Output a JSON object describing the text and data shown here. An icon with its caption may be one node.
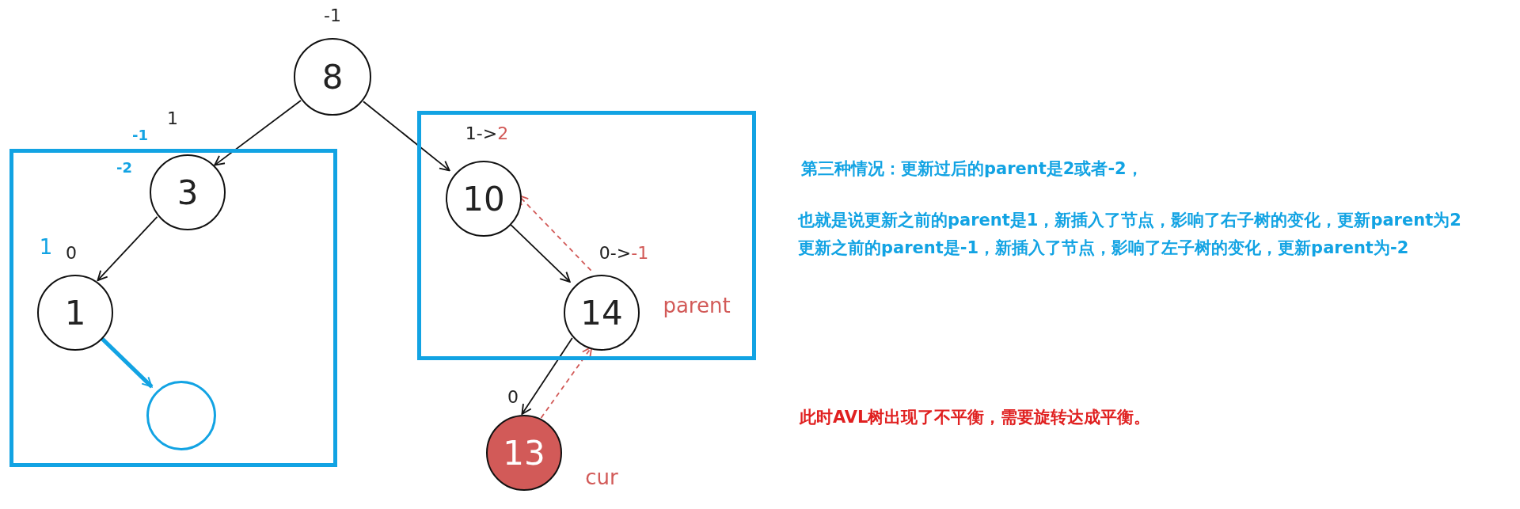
{
  "diagram": {
    "nodes": [
      {
        "text": [
          "8"
        ],
        "beside": [
          "-1"
        ]
      },
      {
        "text": [],
        "shape": "box"
      },
      {
        "text": [
          "3"
        ],
        "in": 1,
        "beside": [
          "1",
          "-1",
          "-2"
        ]
      },
      {
        "text": [
          "1"
        ],
        "in": 1,
        "beside": [
          "1",
          "0"
        ]
      },
      {
        "text": [],
        "shape": "circle",
        "in": 1
      },
      {
        "text": [],
        "shape": "box"
      },
      {
        "text": [
          "10"
        ],
        "in": 5,
        "beside": [
          "1->2"
        ]
      },
      {
        "text": [
          "14"
        ],
        "in": 5,
        "beside": [
          "0->-1",
          "parent"
        ]
      },
      {
        "text": [
          "13"
        ],
        "beside": [
          "0",
          "cur"
        ]
      }
    ],
    "edges": [
      {
        "from": 0,
        "to": 2,
        "arrow": "to"
      },
      {
        "from": 0,
        "to": 6,
        "arrow": "to"
      },
      {
        "from": 2,
        "to": 3,
        "arrow": "to"
      },
      {
        "from": 3,
        "to": 4,
        "arrow": "to",
        "style": "thick",
        "color": "#12a3e3"
      },
      {
        "from": 6,
        "to": 7,
        "arrow": "to"
      },
      {
        "from": 7,
        "to": 6,
        "arrow": "to",
        "style": "dashed",
        "color": "#d25a58"
      },
      {
        "from": 7,
        "to": 8,
        "arrow": "to"
      },
      {
        "from": 8,
        "to": 7,
        "arrow": "to",
        "style": "dashed",
        "color": "#d25a58"
      }
    ],
    "labels": [
      "第三种情况：更新过后的parent是2或者-2，",
      "也就是说更新之前的parent是1，新插入了节点，影响了右子树的变化，更新parent为2",
      "更新之前的parent是-1，新插入了节点，影响了左子树的变化，更新parent为-2",
      "此时AVL树出现了不平衡，需要旋转达成平衡。"
    ]
  }
}
